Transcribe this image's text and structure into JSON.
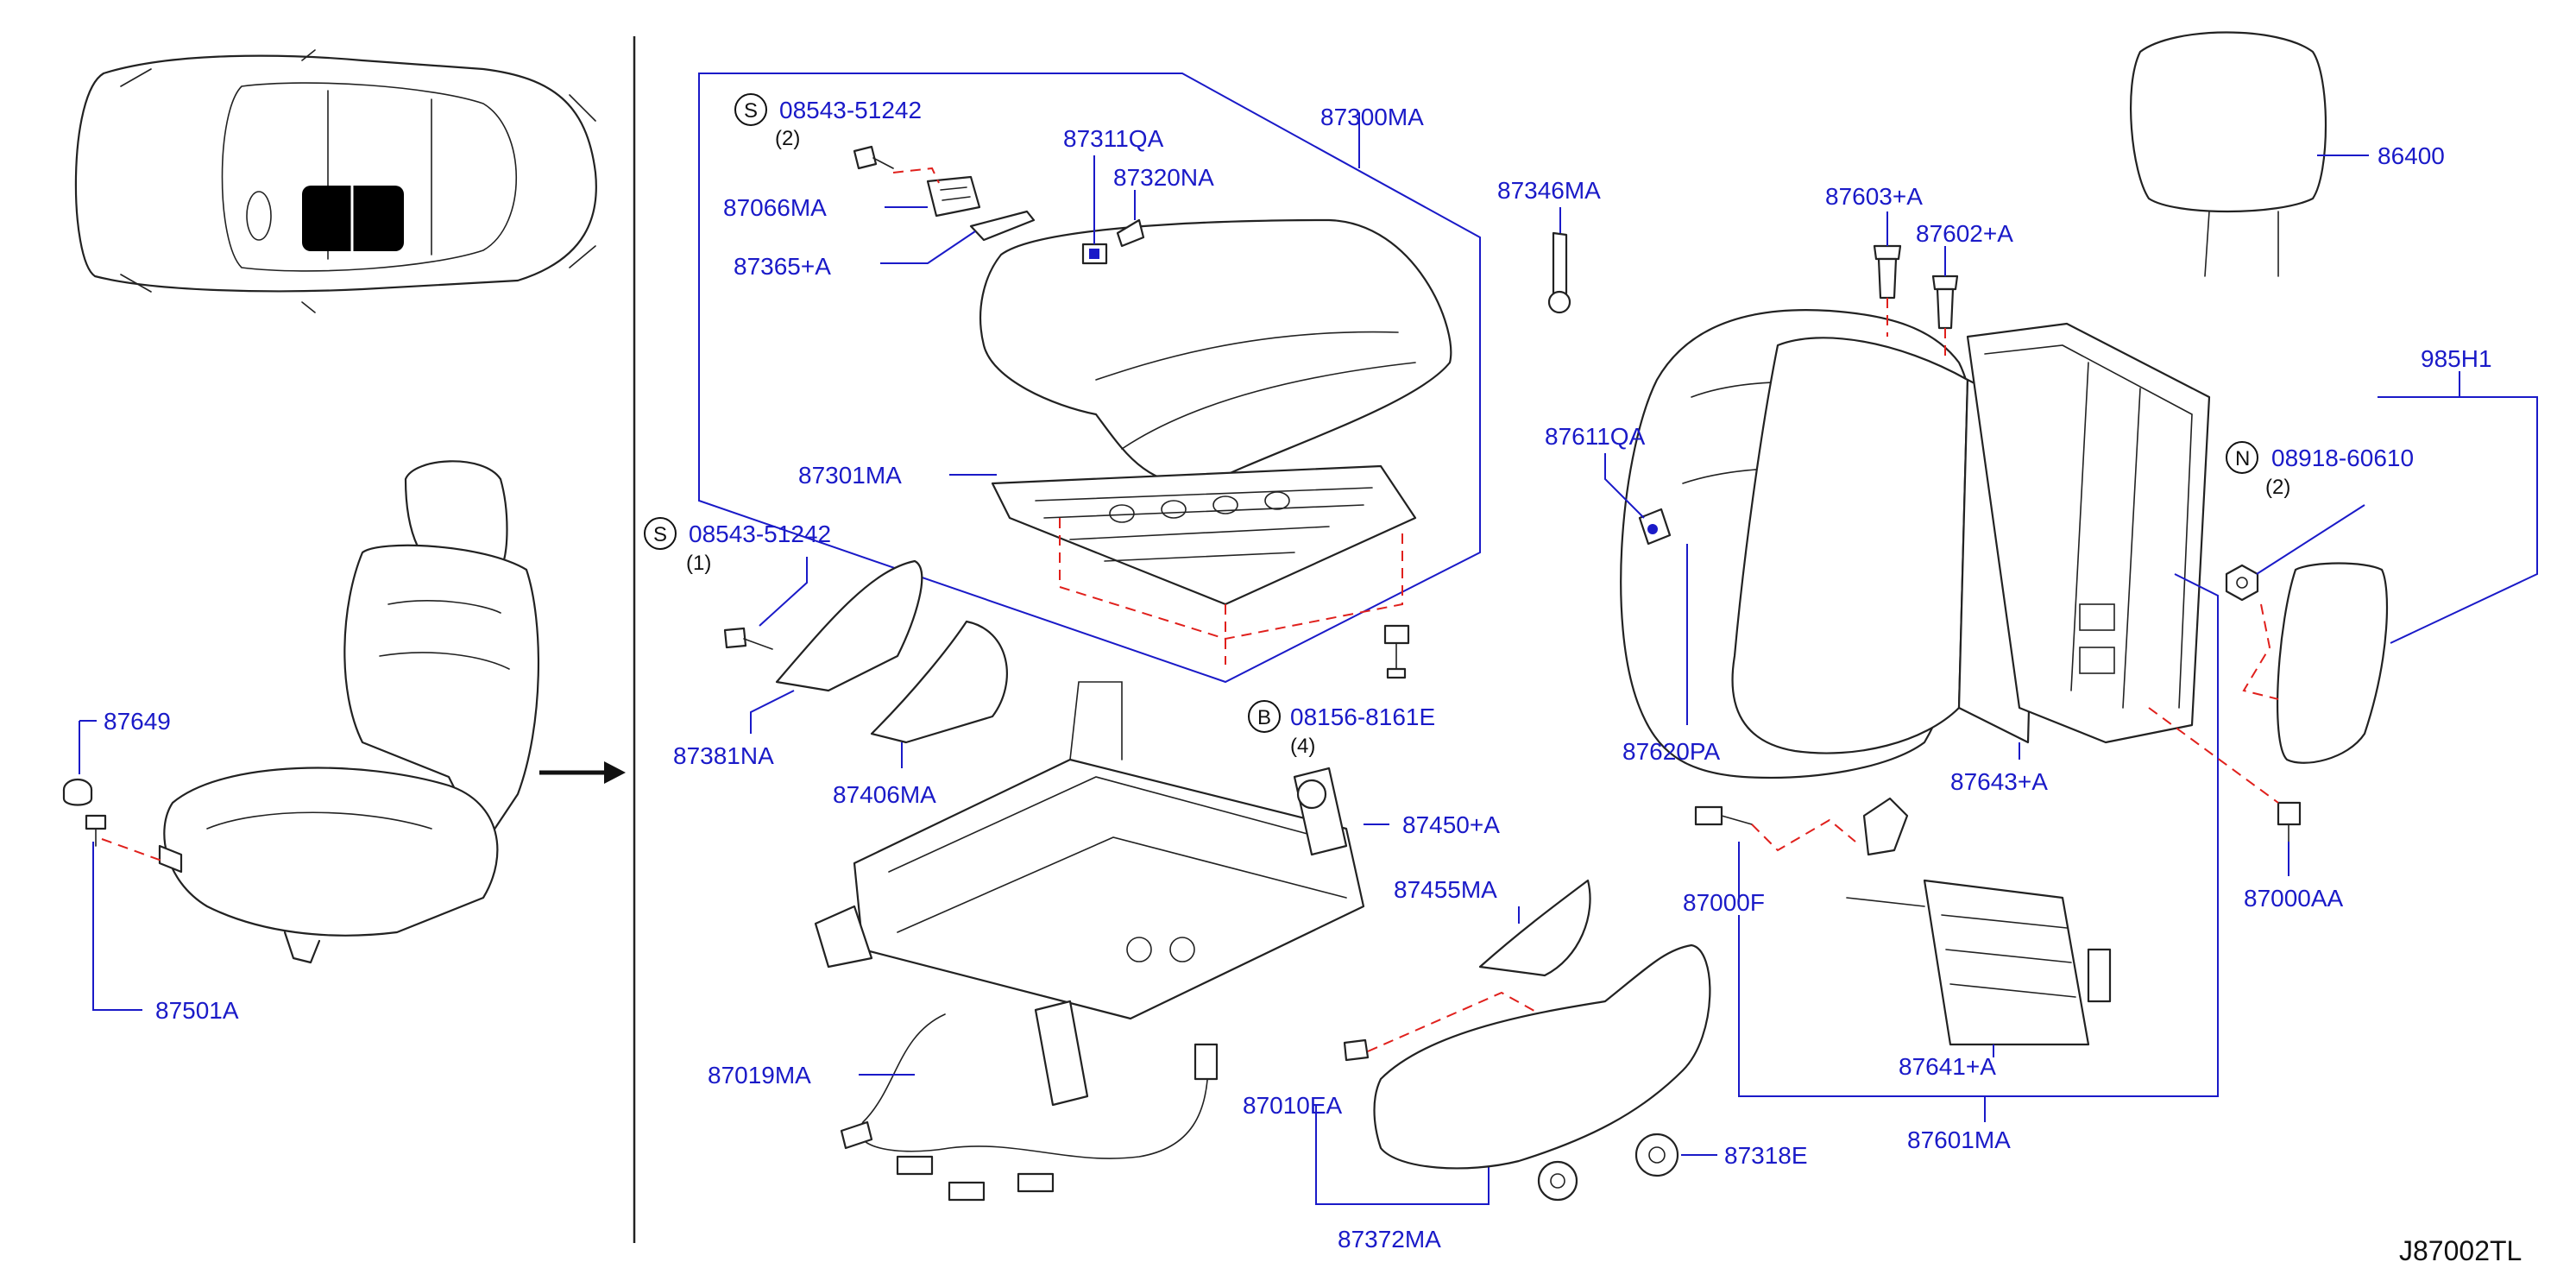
{
  "diagram": {
    "code": "J87002TL",
    "colors": {
      "label": "#1a1ac8",
      "dashed_link": "#e0201c",
      "outline": "#222222",
      "locator_block": "#000000"
    },
    "labels": {
      "p87300MA": "87300MA",
      "p87311QA": "87311QA",
      "p87320NA": "87320NA",
      "p87066MA": "87066MA",
      "p87365A": "87365+A",
      "p87301MA": "87301MA",
      "p87346MA": "87346MA",
      "p87603A": "87603+A",
      "p87602A": "87602+A",
      "p86400": "86400",
      "p985H1": "985H1",
      "p87611QA": "87611QA",
      "p87620PA": "87620PA",
      "p87643A": "87643+A",
      "p87000AA": "87000AA",
      "p87000F": "87000F",
      "p87641A": "87641+A",
      "p87601MA": "87601MA",
      "p87649": "87649",
      "p87501A": "87501A",
      "p87381NA": "87381NA",
      "p87406MA": "87406MA",
      "p87450A": "87450+A",
      "p87455MA": "87455MA",
      "p87019MA": "87019MA",
      "p87010EA": "87010EA",
      "p87318E": "87318E",
      "p87372MA": "87372MA"
    },
    "fasteners": {
      "s1": {
        "symbol": "S",
        "part": "08543-51242",
        "qty": "(2)"
      },
      "s2": {
        "symbol": "S",
        "part": "08543-51242",
        "qty": "(1)"
      },
      "b1": {
        "symbol": "B",
        "part": "08156-8161E",
        "qty": "(4)"
      },
      "n1": {
        "symbol": "N",
        "part": "08918-60610",
        "qty": "(2)"
      }
    }
  }
}
